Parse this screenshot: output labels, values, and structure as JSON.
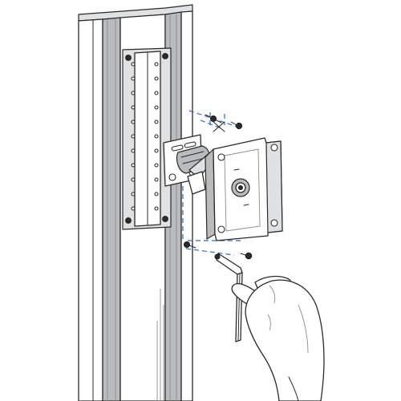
{
  "figure": {
    "accent_color": "#2d6cc0",
    "line_color": "#2a2a2a",
    "metal_shade_color": "#b9bbbd",
    "parts": [
      "vertical-track-rail",
      "rail-slide-plate",
      "hinge-bracket",
      "tilt-mount-plate",
      "mounting-screw",
      "hex-key",
      "hand"
    ]
  }
}
